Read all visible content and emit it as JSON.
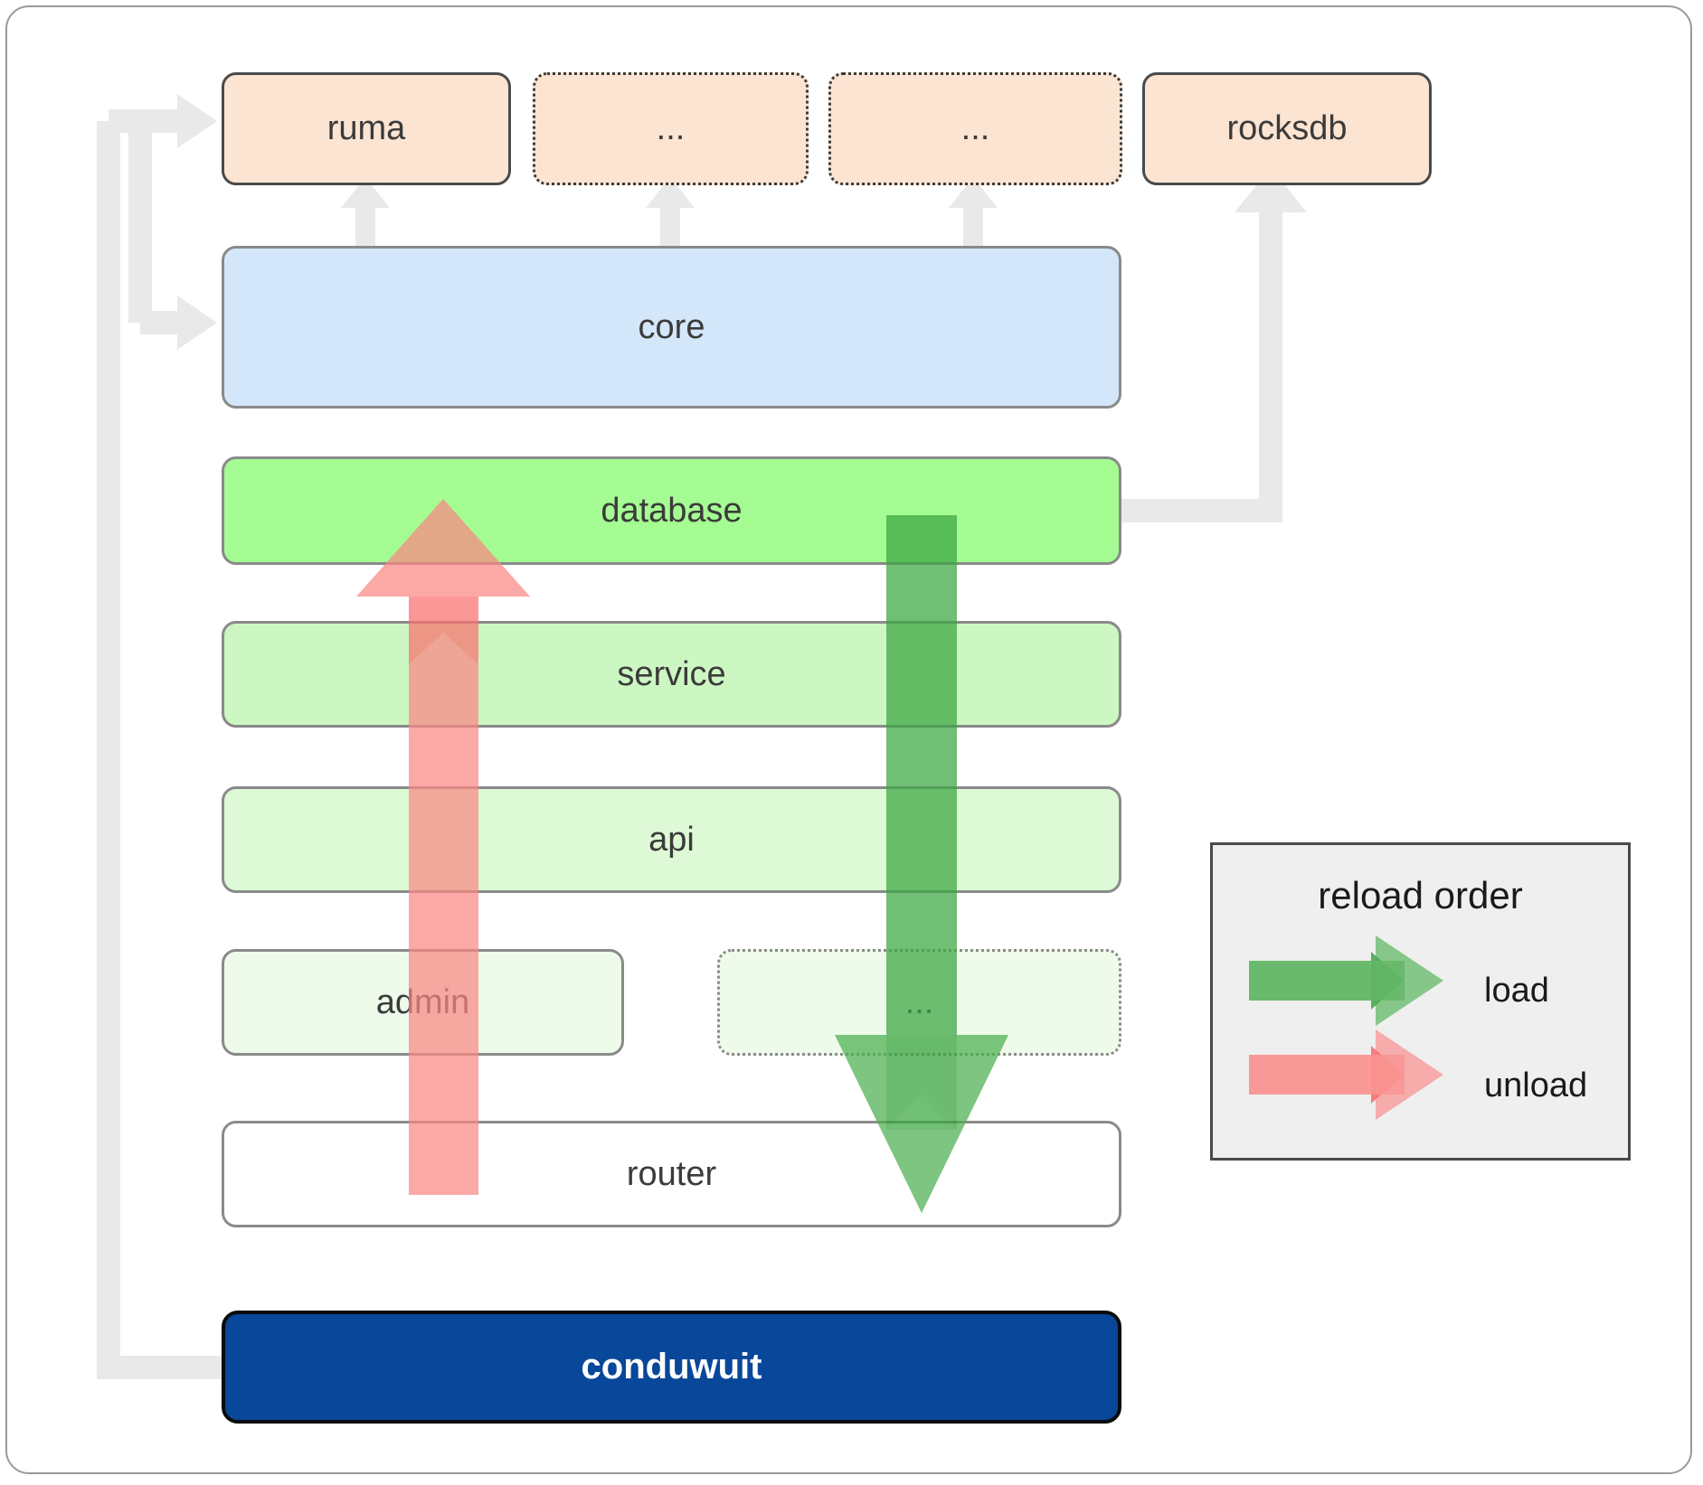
{
  "diagram": {
    "title": "conduwuit crate / reload order architecture",
    "root": {
      "label": "conduwuit"
    },
    "dependencies": [
      {
        "label": "ruma",
        "style": "solid"
      },
      {
        "label": "...",
        "style": "dotted"
      },
      {
        "label": "...",
        "style": "dotted"
      },
      {
        "label": "rocksdb",
        "style": "solid"
      }
    ],
    "core": {
      "label": "core"
    },
    "layers": [
      {
        "label": "database",
        "style": "solid"
      },
      {
        "label": "service",
        "style": "solid"
      },
      {
        "label": "api",
        "style": "solid"
      },
      {
        "label": "admin",
        "style": "solid"
      },
      {
        "label": "...",
        "style": "dotted"
      },
      {
        "label": "router",
        "style": "solid"
      }
    ],
    "legend": {
      "title": "reload order",
      "entries": [
        {
          "label": "load",
          "color": "#4caf50"
        },
        {
          "label": "unload",
          "color": "#fa8784"
        }
      ]
    },
    "colors": {
      "dependency_fill": "#fce4d2",
      "core_fill": "#d4e6fa",
      "database_fill": "#a4fc92",
      "service_fill": "#ccf7c2",
      "api_fill": "#ddf9d6",
      "admin_fill": "#eefbea",
      "ellipsis_fill": "#eefbea",
      "router_fill": "#ffffff",
      "root_fill": "#08479a",
      "connector": "#e9e9e9",
      "load_arrow": "#4caf50",
      "unload_arrow": "#fa8784",
      "frame_border": "#9a9a9a"
    }
  }
}
